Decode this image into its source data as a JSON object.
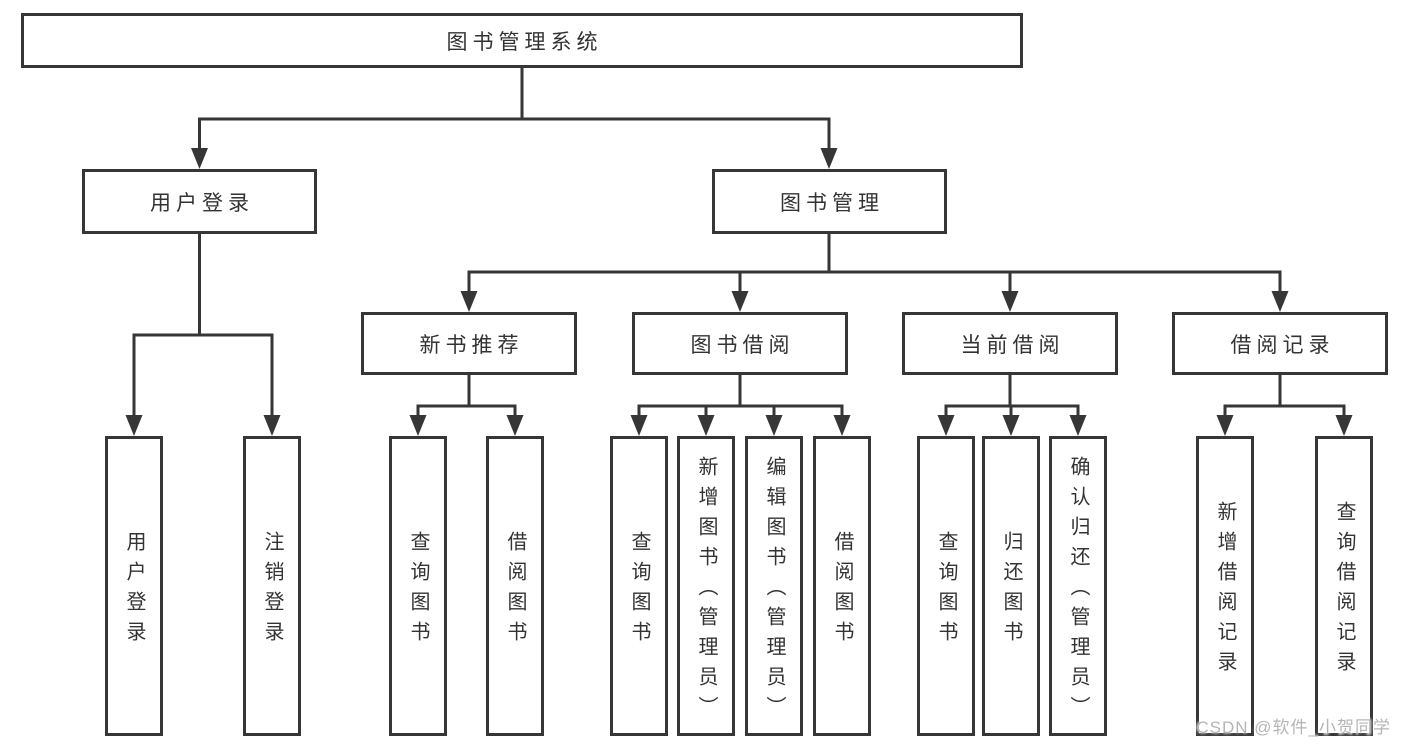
{
  "diagram": {
    "title": "图书管理系统",
    "nodes": {
      "root": {
        "label": "图书管理系统"
      },
      "user_login": {
        "label": "用户登录"
      },
      "book_management": {
        "label": "图书管理"
      },
      "new_book_recommend": {
        "label": "新书推荐"
      },
      "book_borrowing": {
        "label": "图书借阅"
      },
      "current_borrowing": {
        "label": "当前借阅"
      },
      "borrowing_records": {
        "label": "借阅记录"
      },
      "login": {
        "label": "用户登录"
      },
      "logout": {
        "label": "注销登录"
      },
      "nb_query_books": {
        "label": "查询图书"
      },
      "nb_borrow_books": {
        "label": "借阅图书"
      },
      "bb_query_books": {
        "label": "查询图书"
      },
      "bb_add_books": {
        "label": "新增图书（管理员）"
      },
      "bb_edit_books": {
        "label": "编辑图书（管理员）"
      },
      "bb_borrow_books": {
        "label": "借阅图书"
      },
      "cb_query_books": {
        "label": "查询图书"
      },
      "cb_return_books": {
        "label": "归还图书"
      },
      "cb_confirm_return": {
        "label": "确认归还（管理员）"
      },
      "br_add_record": {
        "label": "新增借阅记录"
      },
      "br_query_record": {
        "label": "查询借阅记录"
      }
    }
  },
  "watermark": {
    "text": "CSDN @软件_小贺同学"
  },
  "colors": {
    "line": "#363636",
    "box_border": "#363636",
    "text": "#333333",
    "watermark": "#b5b5b5",
    "background": "#ffffff"
  }
}
